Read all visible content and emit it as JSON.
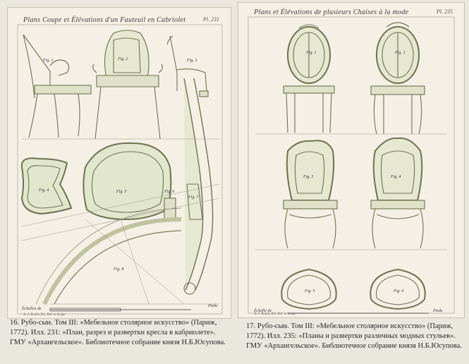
{
  "plates": {
    "left": {
      "title": "Plans Coupe et Élévations d'un Fauteuil en Cabriolet",
      "plate_no": "Pl. 231",
      "fig_labels": [
        "Fig. 1",
        "Fig. 2",
        "Fig. 3",
        "Fig. 4",
        "Fig. 5",
        "Fig. 6",
        "Fig. 7",
        "Fig. 8"
      ],
      "scale_label": "Échelles de",
      "pieds_label": "Pieds",
      "engraver": "A. J. Roubo fils. Del. et Sculp."
    },
    "right": {
      "title": "Plans et Élévations de plusieurs Chaises à la mode",
      "plate_no": "Pl. 235",
      "fig_labels": [
        "Fig. 1",
        "Fig. 2",
        "Fig. 3",
        "Fig. 4",
        "Fig. 5",
        "Fig. 6"
      ],
      "scale_label": "Échelle de",
      "pieds_label": "Pieds",
      "engraver": "A. J. Roubo fils. Del. et Sculp."
    }
  },
  "captions": {
    "left": [
      "16. Рубо-сын. Том III: «Мебельное столярное искусство» (Париж,",
      "1772). Илл. 231: «План, разрез и развертки кресла в кабриолете».",
      "ГМУ «Архангельское». Библиотечное собрание князя Н.Б.Юсупова."
    ],
    "right": [
      "17. Рубо-сын. Том III: «Мебельное столярное искусство» (Париж,",
      "1772). Илл. 235: «Планы и развертки различных модных стульев».",
      "ГМУ «Архангельское». Библиотечное собрание князя Н.Б.Юсупова."
    ]
  }
}
